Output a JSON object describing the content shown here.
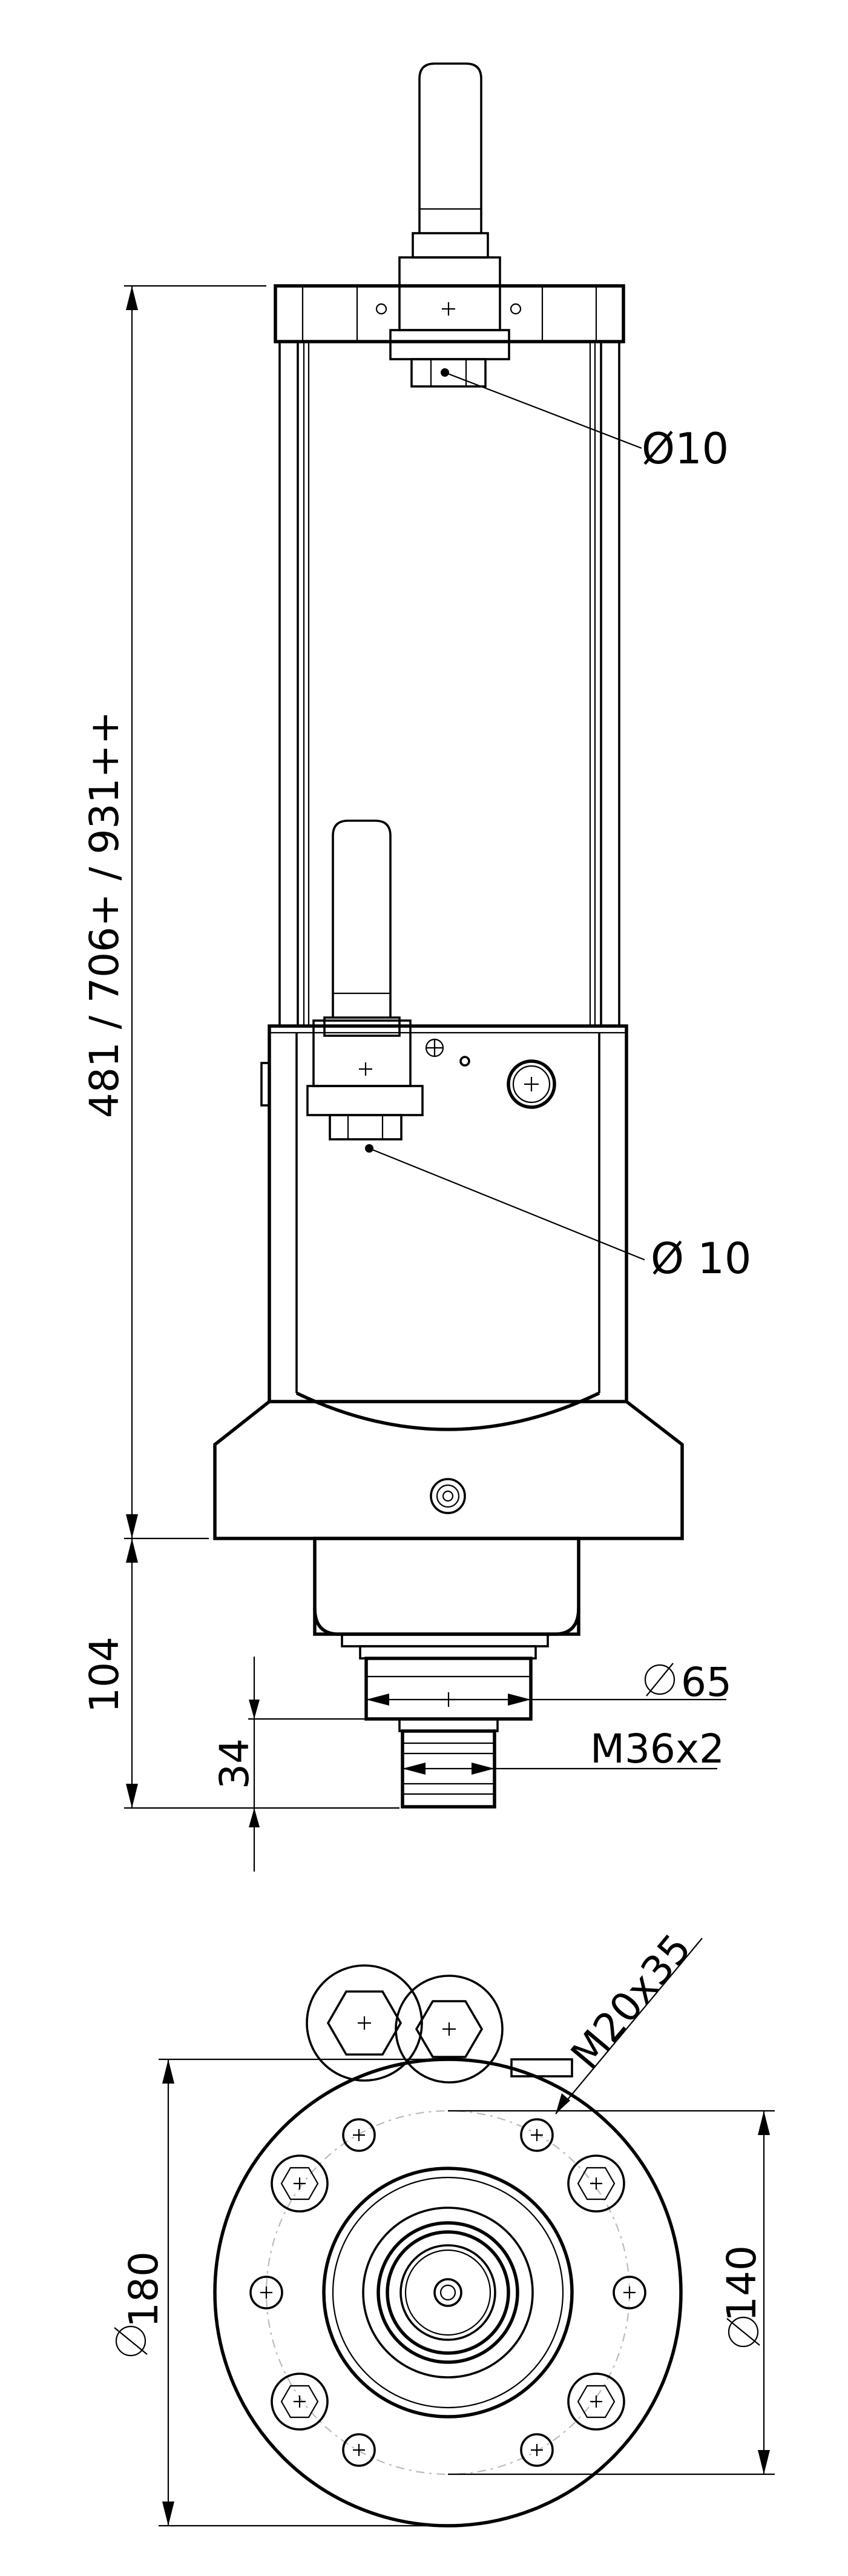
{
  "dimensions": {
    "height_main": "481  / 706+  /  931++",
    "height_lower": "104",
    "height_thread": "34",
    "dia_top_fitting": "Ø10",
    "dia_mid_fitting": "Ø 10",
    "dia_collar": "65",
    "thread": "M36x2",
    "flange_outer": "180",
    "bolt_circle": "140",
    "mount_thread": "M20x35"
  }
}
